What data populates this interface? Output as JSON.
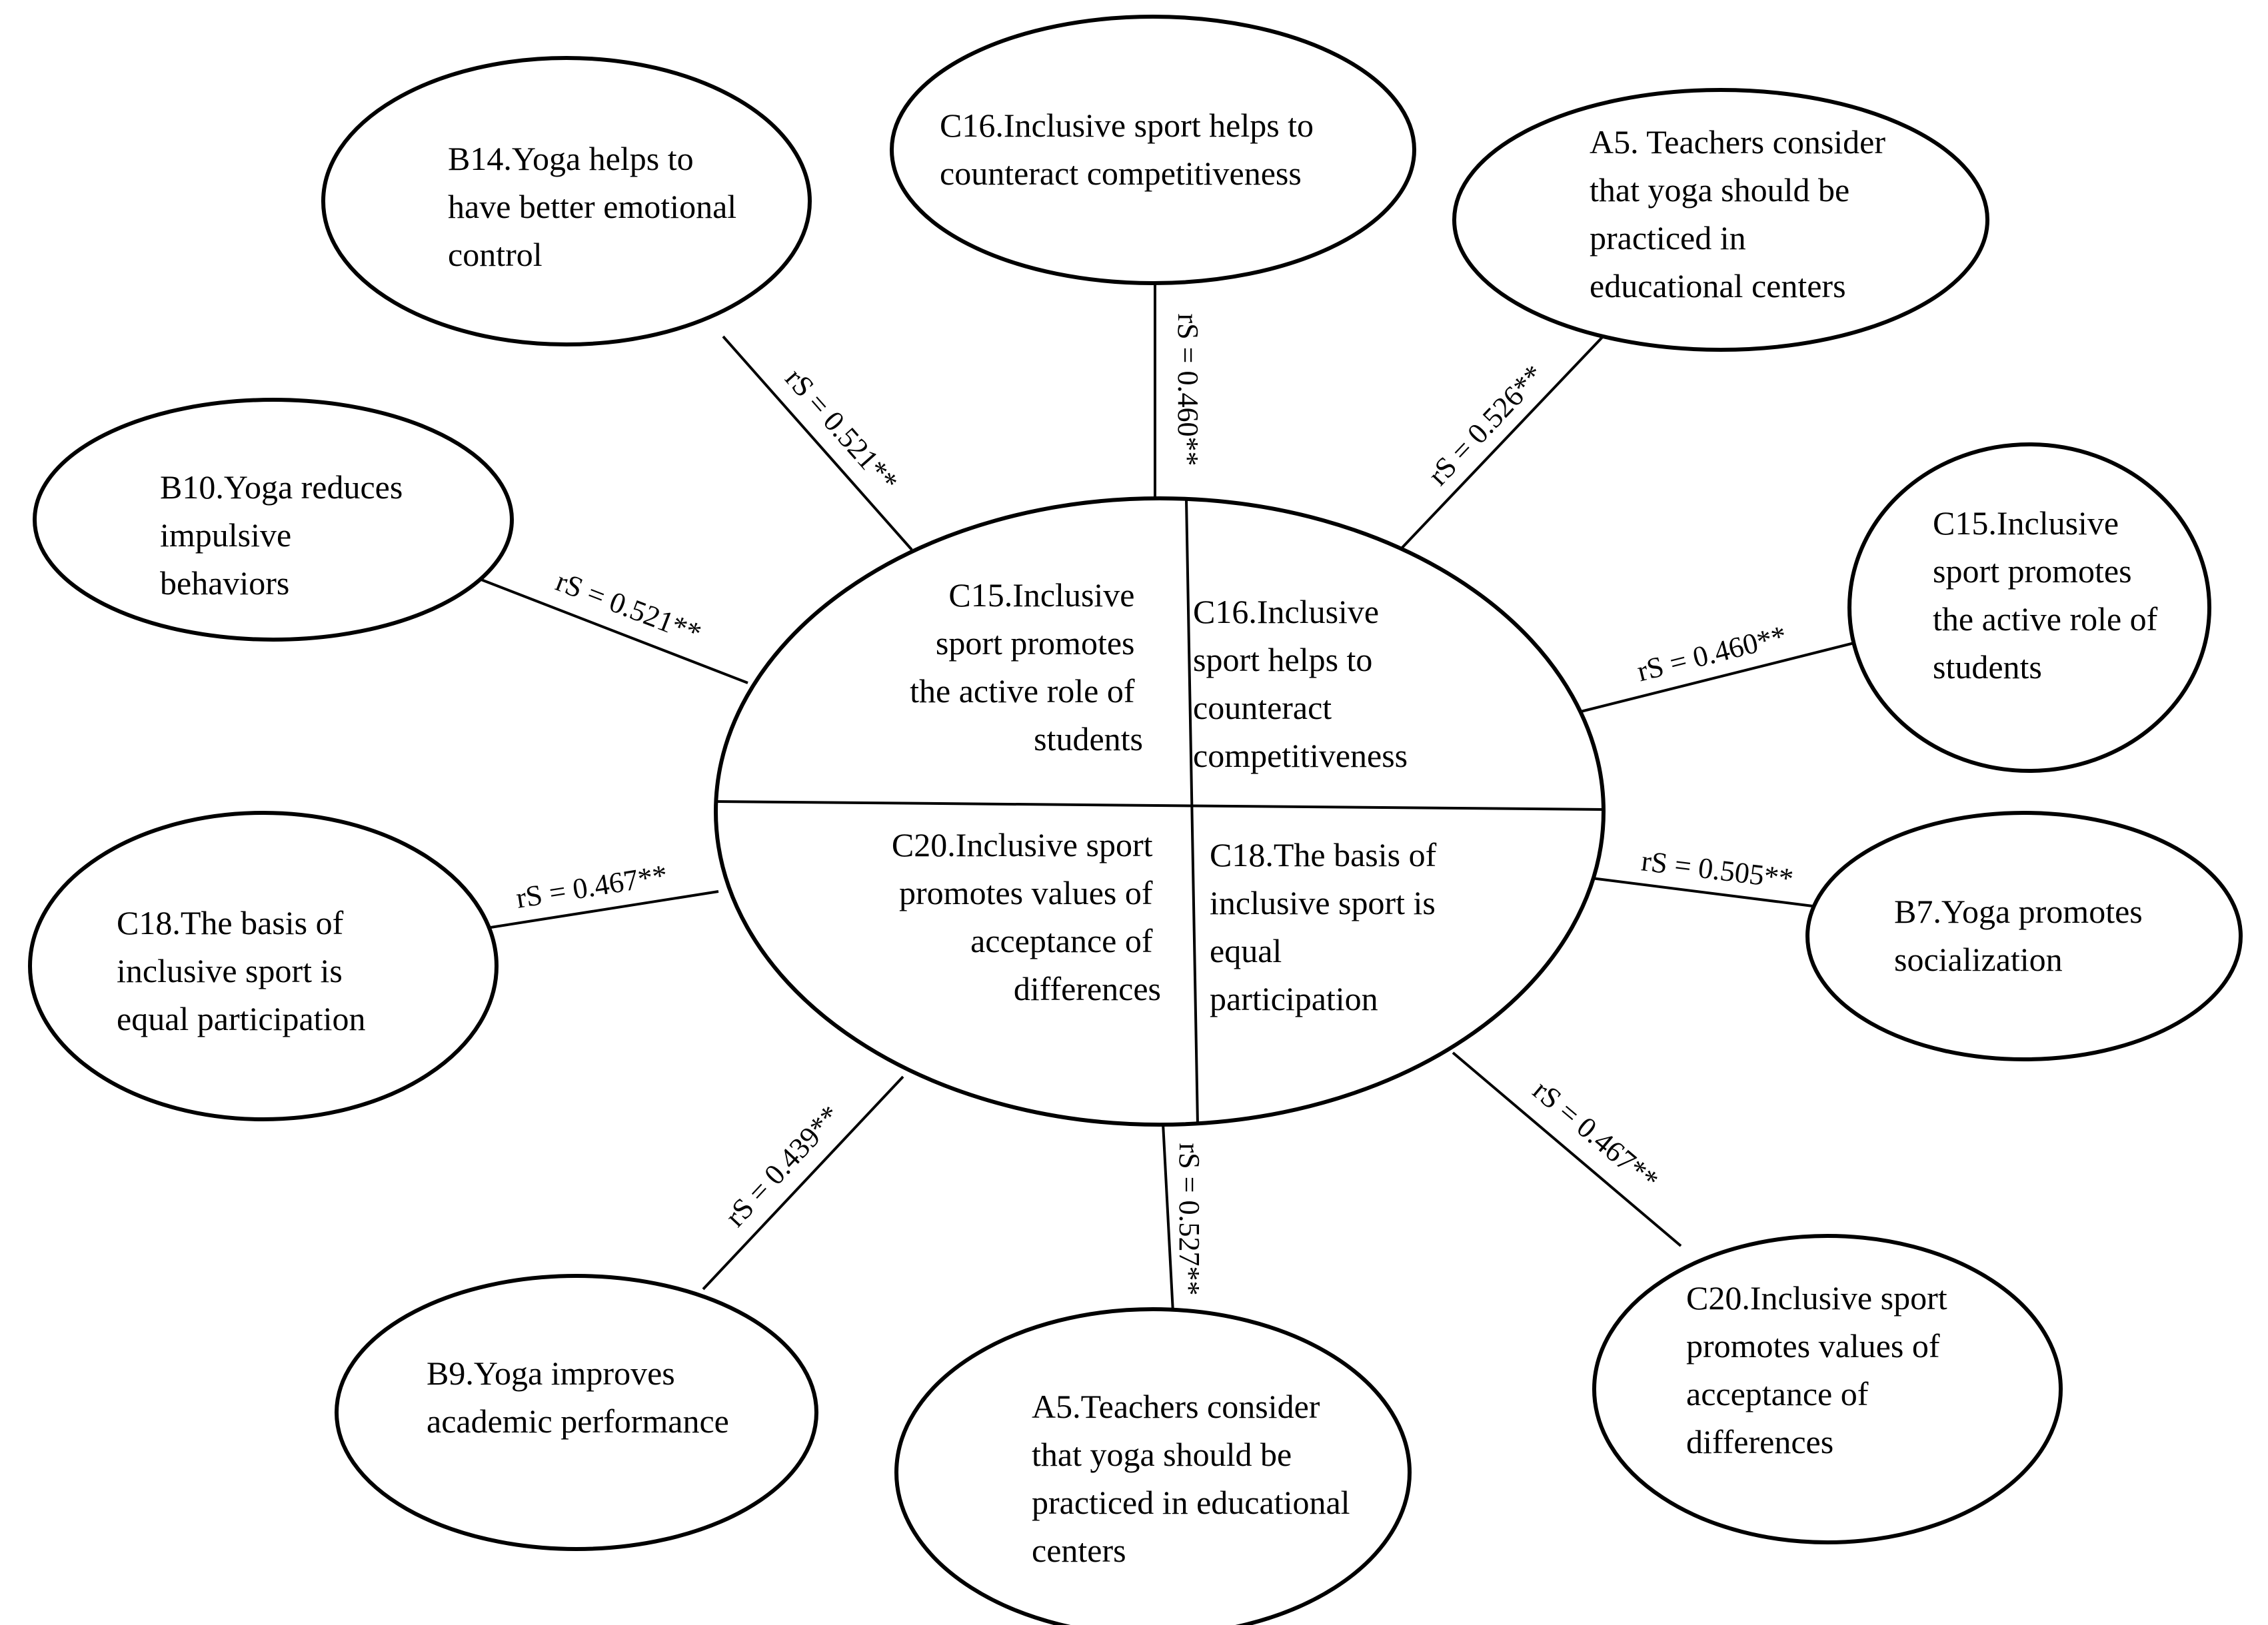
{
  "center": {
    "quadrants": {
      "top_left": [
        "C15.Inclusive",
        "sport promotes",
        "the active role of",
        "students"
      ],
      "top_right": [
        "C16.Inclusive",
        "sport helps to",
        "counteract",
        "competitiveness"
      ],
      "bottom_left": [
        "C20.Inclusive sport",
        "promotes values of",
        "acceptance of",
        "differences"
      ],
      "bottom_right": [
        "C18.The basis of",
        "inclusive sport is",
        "equal",
        "participation"
      ]
    }
  },
  "nodes": {
    "b14": [
      "B14.Yoga helps to",
      "have better emotional",
      "control"
    ],
    "c16_top": [
      "C16.Inclusive sport helps to",
      "counteract competitiveness"
    ],
    "a5_top": [
      "A5. Teachers consider",
      "that yoga should be",
      "practiced in",
      "educational centers"
    ],
    "b10": [
      "B10.Yoga reduces",
      "impulsive",
      "behaviors"
    ],
    "c15_right": [
      "C15.Inclusive",
      "sport promotes",
      "the active role of",
      "students"
    ],
    "c18_left": [
      "C18.The basis of",
      "inclusive sport is",
      "equal participation"
    ],
    "b7": [
      "B7.Yoga promotes",
      "socialization"
    ],
    "b9": [
      "B9.Yoga improves",
      "academic performance"
    ],
    "a5_bottom": [
      "A5.Teachers consider",
      "that yoga should be",
      "practiced in educational",
      "centers"
    ],
    "c20_right": [
      "C20.Inclusive sport",
      "promotes values of",
      "acceptance of",
      "differences"
    ]
  },
  "correlations": {
    "b14": "rS = 0.521**",
    "c16_top": "rS = 0.460**",
    "a5_top": "rS = 0.526**",
    "b10": "rS = 0.521**",
    "c15_right": "rS = 0.460**",
    "c18_left": "rS = 0.467**",
    "b7": "rS = 0.505**",
    "b9": "rS = 0.439**",
    "a5_bottom": "rS = 0.527**",
    "c20_right": "rS = 0.467**"
  }
}
